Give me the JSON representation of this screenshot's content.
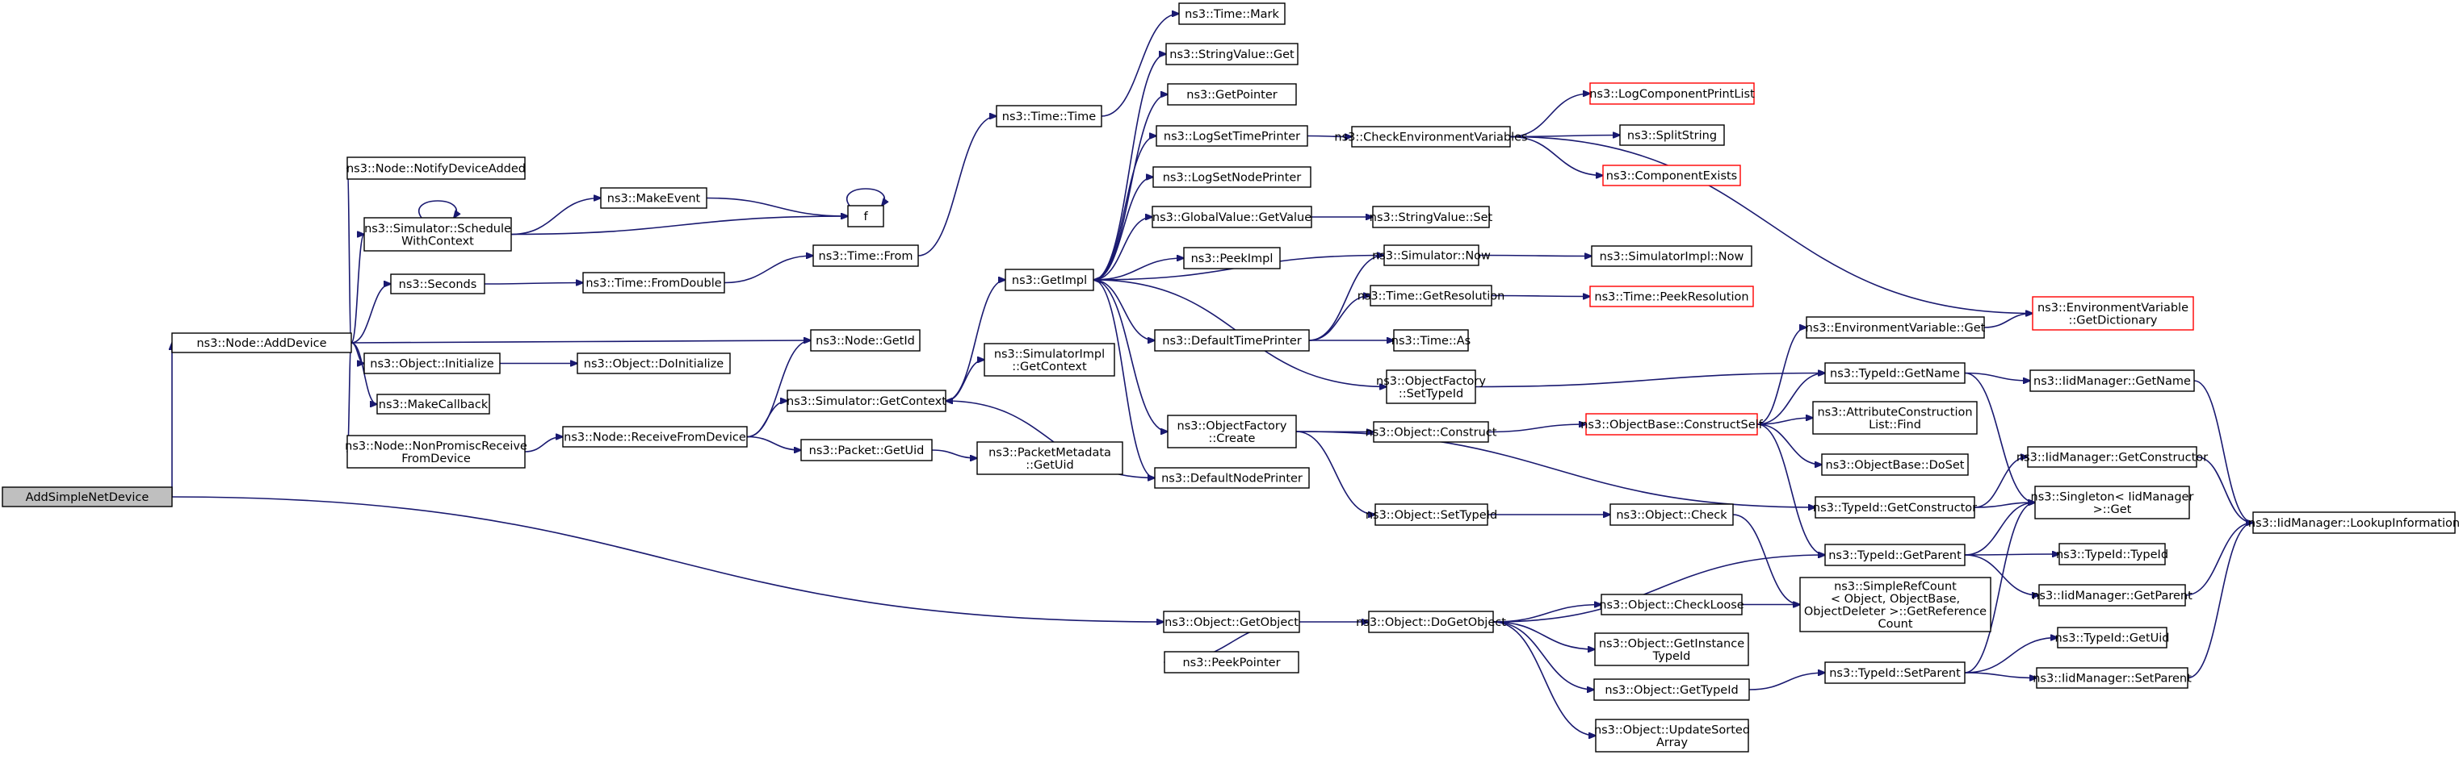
{
  "colors": {
    "edge": "#191970",
    "node_border": "#000000",
    "incomplete_node_border": "#ff0000",
    "root_fill": "#bfbfbf"
  },
  "nodes": [
    {
      "id": "root",
      "lines": [
        "AddSimpleNetDevice"
      ]
    },
    {
      "id": "addDevice",
      "lines": [
        "ns3::Node::AddDevice"
      ]
    },
    {
      "id": "notify",
      "lines": [
        "ns3::Node::NotifyDeviceAdded"
      ]
    },
    {
      "id": "schedWC",
      "lines": [
        "ns3::Simulator::Schedule",
        "WithContext"
      ]
    },
    {
      "id": "seconds",
      "lines": [
        "ns3::Seconds"
      ]
    },
    {
      "id": "objInit",
      "lines": [
        "ns3::Object::Initialize"
      ]
    },
    {
      "id": "makeCb",
      "lines": [
        "ns3::MakeCallback"
      ]
    },
    {
      "id": "nonProm",
      "lines": [
        "ns3::Node::NonPromiscReceive",
        "FromDevice"
      ]
    },
    {
      "id": "makeEvent",
      "lines": [
        "ns3::MakeEvent"
      ]
    },
    {
      "id": "f",
      "lines": [
        "f"
      ]
    },
    {
      "id": "timeFromDouble",
      "lines": [
        "ns3::Time::FromDouble"
      ]
    },
    {
      "id": "doInit",
      "lines": [
        "ns3::Object::DoInitialize"
      ]
    },
    {
      "id": "nodeGetId",
      "lines": [
        "ns3::Node::GetId"
      ]
    },
    {
      "id": "recvFromDev",
      "lines": [
        "ns3::Node::ReceiveFromDevice"
      ]
    },
    {
      "id": "timeFrom",
      "lines": [
        "ns3::Time::From"
      ]
    },
    {
      "id": "simGetContext",
      "lines": [
        "ns3::Simulator::GetContext"
      ]
    },
    {
      "id": "pktGetUid",
      "lines": [
        "ns3::Packet::GetUid"
      ]
    },
    {
      "id": "timeTime",
      "lines": [
        "ns3::Time::Time"
      ]
    },
    {
      "id": "timeMark",
      "lines": [
        "ns3::Time::Mark"
      ]
    },
    {
      "id": "strValGet",
      "lines": [
        "ns3::StringValue::Get"
      ]
    },
    {
      "id": "getPointer",
      "lines": [
        "ns3::GetPointer"
      ]
    },
    {
      "id": "logSetTime",
      "lines": [
        "ns3::LogSetTimePrinter"
      ]
    },
    {
      "id": "logSetNode",
      "lines": [
        "ns3::LogSetNodePrinter"
      ]
    },
    {
      "id": "gvGetValue",
      "lines": [
        "ns3::GlobalValue::GetValue"
      ]
    },
    {
      "id": "peekImpl",
      "lines": [
        "ns3::PeekImpl"
      ]
    },
    {
      "id": "getImpl",
      "lines": [
        "ns3::GetImpl"
      ]
    },
    {
      "id": "simImplGetCtx",
      "lines": [
        "ns3::SimulatorImpl",
        "::GetContext"
      ]
    },
    {
      "id": "defTimePrinter",
      "lines": [
        "ns3::DefaultTimePrinter"
      ]
    },
    {
      "id": "objFactCreate",
      "lines": [
        "ns3::ObjectFactory",
        "::Create"
      ]
    },
    {
      "id": "pktMetaUid",
      "lines": [
        "ns3::PacketMetadata",
        "::GetUid"
      ]
    },
    {
      "id": "defNodePrinter",
      "lines": [
        "ns3::DefaultNodePrinter"
      ]
    },
    {
      "id": "checkEnv",
      "lines": [
        "ns3::CheckEnvironmentVariables"
      ]
    },
    {
      "id": "logCompPrint",
      "lines": [
        "ns3::LogComponentPrintList"
      ]
    },
    {
      "id": "splitString",
      "lines": [
        "ns3::SplitString"
      ]
    },
    {
      "id": "compExists",
      "lines": [
        "ns3::ComponentExists"
      ]
    },
    {
      "id": "strValSet",
      "lines": [
        "ns3::StringValue::Set"
      ]
    },
    {
      "id": "simNow",
      "lines": [
        "ns3::Simulator::Now"
      ]
    },
    {
      "id": "simImplNow",
      "lines": [
        "ns3::SimulatorImpl::Now"
      ]
    },
    {
      "id": "timeGetRes",
      "lines": [
        "ns3::Time::GetResolution"
      ]
    },
    {
      "id": "timePeekRes",
      "lines": [
        "ns3::Time::PeekResolution"
      ]
    },
    {
      "id": "timeAs",
      "lines": [
        "ns3::Time::As"
      ]
    },
    {
      "id": "envVarDict",
      "lines": [
        "ns3::EnvironmentVariable",
        "::GetDictionary"
      ]
    },
    {
      "id": "envVarGet",
      "lines": [
        "ns3::EnvironmentVariable::Get"
      ]
    },
    {
      "id": "objFactSetTid",
      "lines": [
        "ns3::ObjectFactory",
        "::SetTypeId"
      ]
    },
    {
      "id": "tidGetName",
      "lines": [
        "ns3::TypeId::GetName"
      ]
    },
    {
      "id": "iidGetName",
      "lines": [
        "ns3::IidManager::GetName"
      ]
    },
    {
      "id": "objConstruct",
      "lines": [
        "ns3::Object::Construct"
      ]
    },
    {
      "id": "objBaseCS",
      "lines": [
        "ns3::ObjectBase::ConstructSelf"
      ]
    },
    {
      "id": "attrConstr",
      "lines": [
        "ns3::AttributeConstruction",
        "List::Find"
      ]
    },
    {
      "id": "objBaseDoSet",
      "lines": [
        "ns3::ObjectBase::DoSet"
      ]
    },
    {
      "id": "iidGetCtor",
      "lines": [
        "ns3::IidManager::GetConstructor"
      ]
    },
    {
      "id": "tidGetCtor",
      "lines": [
        "ns3::TypeId::GetConstructor"
      ]
    },
    {
      "id": "singletonGet",
      "lines": [
        "ns3::Singleton< IidManager",
        " >::Get"
      ]
    },
    {
      "id": "iidLookup",
      "lines": [
        "ns3::IidManager::LookupInformation"
      ]
    },
    {
      "id": "objSetTid",
      "lines": [
        "ns3::Object::SetTypeId"
      ]
    },
    {
      "id": "objCheck",
      "lines": [
        "ns3::Object::Check"
      ]
    },
    {
      "id": "tidGetParent",
      "lines": [
        "ns3::TypeId::GetParent"
      ]
    },
    {
      "id": "tidTypeId",
      "lines": [
        "ns3::TypeId::TypeId"
      ]
    },
    {
      "id": "iidGetParent",
      "lines": [
        "ns3::IidManager::GetParent"
      ]
    },
    {
      "id": "simpleRef",
      "lines": [
        "ns3::SimpleRefCount",
        "< Object, ObjectBase,",
        " ObjectDeleter >::GetReference",
        "Count"
      ]
    },
    {
      "id": "objGetObject",
      "lines": [
        "ns3::Object::GetObject"
      ]
    },
    {
      "id": "objDoGetObject",
      "lines": [
        "ns3::Object::DoGetObject"
      ]
    },
    {
      "id": "objCheckLoose",
      "lines": [
        "ns3::Object::CheckLoose"
      ]
    },
    {
      "id": "objGetInstTid",
      "lines": [
        "ns3::Object::GetInstance",
        "TypeId"
      ]
    },
    {
      "id": "peekPointer",
      "lines": [
        "ns3::PeekPointer"
      ]
    },
    {
      "id": "objGetTid",
      "lines": [
        "ns3::Object::GetTypeId"
      ]
    },
    {
      "id": "tidSetParent",
      "lines": [
        "ns3::TypeId::SetParent"
      ]
    },
    {
      "id": "tidGetUid",
      "lines": [
        "ns3::TypeId::GetUid"
      ]
    },
    {
      "id": "iidSetParent",
      "lines": [
        "ns3::IidManager::SetParent"
      ]
    },
    {
      "id": "objUpdSorted",
      "lines": [
        "ns3::Object::UpdateSorted",
        "Array"
      ]
    }
  ]
}
